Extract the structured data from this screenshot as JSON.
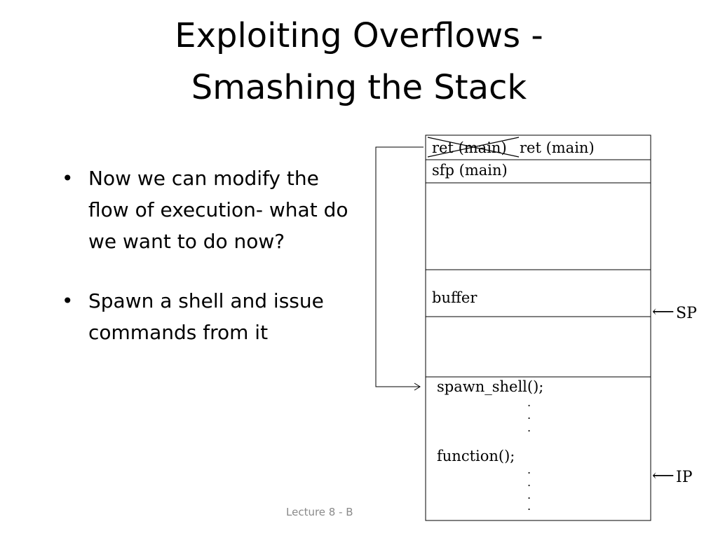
{
  "slide": {
    "title_line1": "Exploiting Overflows -",
    "title_line2": "Smashing the Stack",
    "bullets": [
      "Now we can modify the flow of execution- what do we want to do now?",
      "Spawn a shell and issue commands from it"
    ],
    "footer": "Lecture 8 - B"
  },
  "diagram": {
    "ret_crossed": "ret (main)",
    "ret_new": "ret (main)",
    "sfp": "sfp (main)",
    "buffer": "buffer",
    "spawn": "spawn_shell();",
    "function": "function();",
    "sp_label": "SP",
    "ip_label": "IP",
    "arrow_glyph": "⟵",
    "dots": "."
  }
}
